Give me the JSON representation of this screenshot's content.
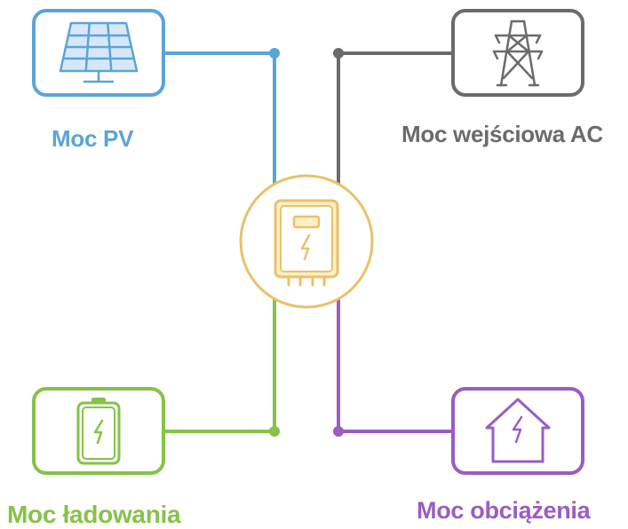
{
  "labels": {
    "pv": "Moc PV",
    "ac_input": "Moc wejściowa AC",
    "charging": "Moc ładowania",
    "load": "Moc obciążenia"
  },
  "colors": {
    "pv": "#5ba4d8",
    "ac_input": "#6b6b6b",
    "charging": "#86c248",
    "load": "#9a5dc0",
    "inverter": "#e9c16a",
    "inverter_fill": "#fbf0c4",
    "panel_fill": "#d6e8f7"
  },
  "icons": {
    "pv": "solar-panel-icon",
    "ac_input": "power-tower-icon",
    "inverter": "inverter-icon",
    "charging": "battery-icon",
    "load": "house-icon"
  }
}
